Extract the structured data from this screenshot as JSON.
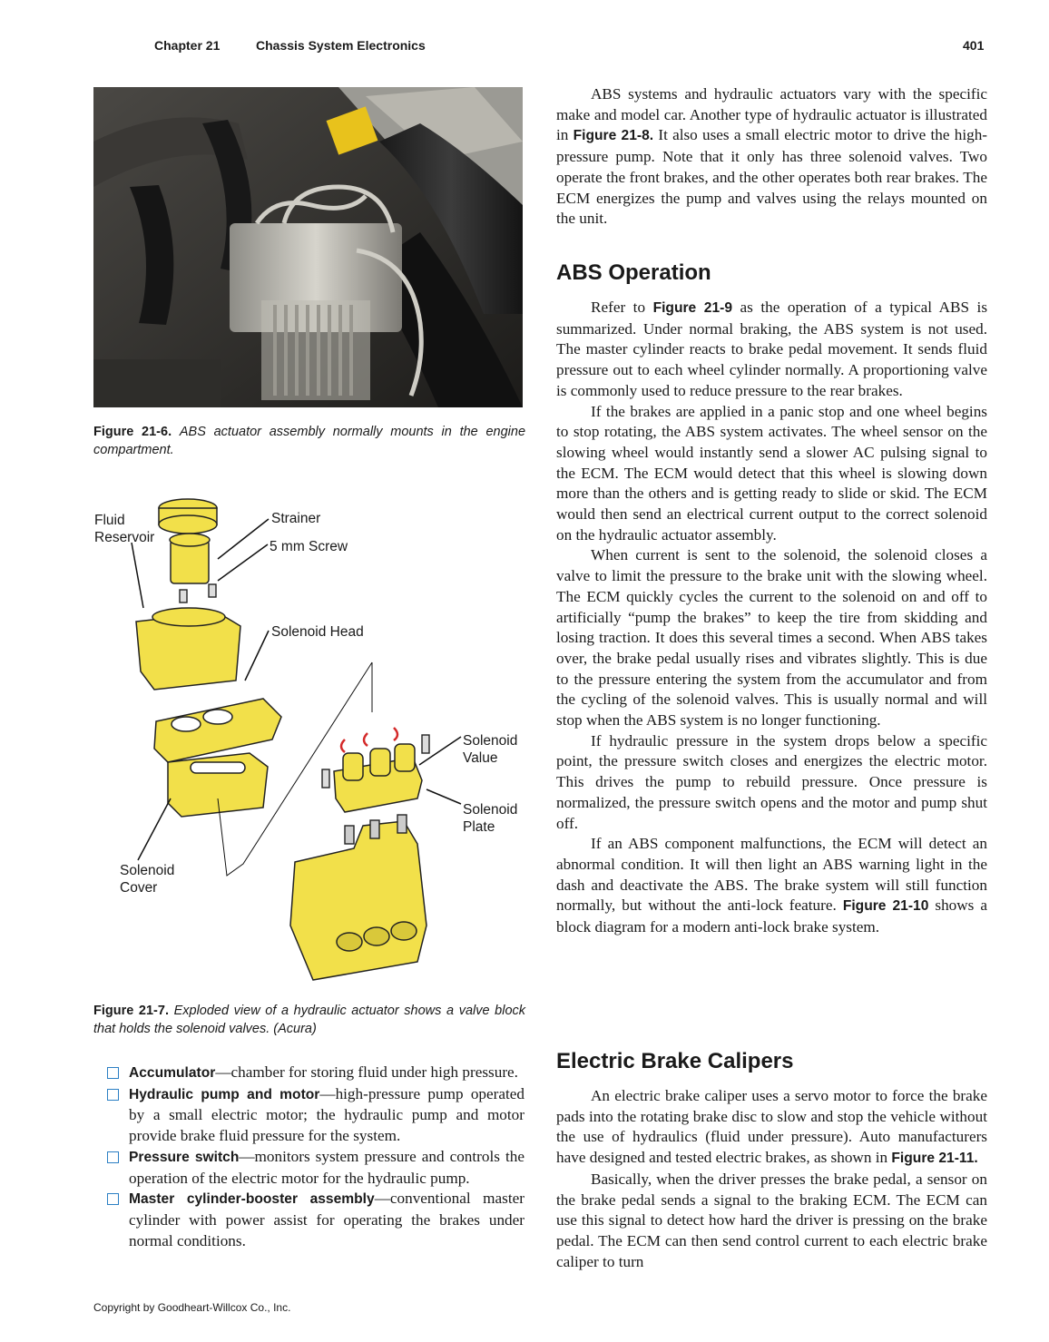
{
  "header": {
    "chapter": "Chapter 21",
    "title": "Chassis System Electronics",
    "page_number": "401"
  },
  "figure_6": {
    "label": "Figure 21-6.",
    "caption": "ABS actuator assembly normally mounts in the engine compartment."
  },
  "figure_7": {
    "label": "Figure 21-7.",
    "caption": "Exploded view of a hydraulic actuator shows a valve block that holds the solenoid valves. (Acura)",
    "labels": {
      "fluid_reservoir": "Fluid\nReservoir",
      "strainer": "Strainer",
      "screw": "5 mm Screw",
      "solenoid_head": "Solenoid Head",
      "solenoid_value": "Solenoid\nValue",
      "solenoid_plate": "Solenoid\nPlate",
      "solenoid_cover": "Solenoid\nCover"
    }
  },
  "bullets": [
    {
      "term": "Accumulator",
      "text": "—chamber for storing fluid under high pressure."
    },
    {
      "term": "Hydraulic pump and motor",
      "text": "—high-pressure pump operated by a small electric motor; the hydraulic pump and motor provide brake fluid pressure for the system."
    },
    {
      "term": "Pressure switch",
      "text": "—monitors system pressure and controls the operation of the electric motor for the hydraulic pump."
    },
    {
      "term": "Master cylinder-booster assembly",
      "text": "—conventional master cylinder with power assist for operating the brakes under normal conditions."
    }
  ],
  "right": {
    "intro": {
      "a": "ABS systems and hydraulic actuators vary with the specific make and model car. Another type of hydraulic actuator is illustrated in ",
      "ref": "Figure 21-8.",
      "b": " It also uses a small electric motor to drive the high-pressure pump. Note that it only has three solenoid valves. Two operate the front brakes, and the other operates both rear brakes. The ECM energizes the pump and valves using the relays mounted on the unit."
    },
    "h_abs": "ABS Operation",
    "abs_p1": {
      "a": "Refer to ",
      "ref": "Figure 21-9",
      "b": " as the operation of a typical ABS is summarized. Under normal braking, the ABS system is not used. The master cylinder reacts to brake pedal movement. It sends fluid pressure out to each wheel cylinder normally. A proportioning valve is commonly used to reduce pressure to the rear brakes."
    },
    "abs_p2": "If the brakes are applied in a panic stop and one wheel begins to stop rotating, the ABS system activates. The wheel sensor on the slowing wheel would instantly send a slower AC pulsing signal to the ECM. The ECM would detect that this wheel is slowing down more than the others and is getting ready to slide or skid. The ECM would then send an electrical current output to the correct solenoid on the hydraulic actuator assembly.",
    "abs_p3": "When current is sent to the solenoid, the solenoid closes a valve to limit the pressure to the brake unit with the slowing wheel. The ECM quickly cycles the current to the solenoid on and off to artificially “pump the brakes” to keep the tire from skidding and losing traction. It does this several times a second. When ABS takes over, the brake pedal usually rises and vibrates slightly. This is due to the pressure entering the system from the accumulator and from the cycling of the solenoid valves. This is usually normal and will stop when the ABS system is no longer functioning.",
    "abs_p4": "If hydraulic pressure in the system drops below a specific point, the pressure switch closes and energizes the electric motor. This drives the pump to rebuild pressure. Once pressure is normalized, the pressure switch opens and the motor and pump shut off.",
    "abs_p5": {
      "a": "If an ABS component malfunctions, the ECM will detect an abnormal condition. It will then light an ABS warning light in the dash and deactivate the ABS. The brake system will still function normally, but without the anti-lock feature. ",
      "ref": "Figure 21-10",
      "b": " shows a block diagram for a modern anti-lock brake system."
    },
    "h_ebc": "Electric Brake Calipers",
    "ebc_p1": {
      "a": "An electric brake caliper uses a servo motor to force the brake pads into the rotating brake disc to slow and stop the vehicle without the use of hydraulics (fluid under pressure). Auto manufacturers have designed and tested electric brakes, as shown in ",
      "ref": "Figure 21-11.",
      "b": ""
    },
    "ebc_p2": "Basically, when the driver presses the brake pedal, a sensor on the brake pedal sends a signal to the braking ECM. The ECM can use this signal to detect how hard the driver is pressing on the brake pedal. The ECM can then send control current to each electric brake caliper to turn"
  },
  "footer": "Copyright by Goodheart-Willcox Co., Inc.",
  "colors": {
    "bullet_box": "#2b7fc4",
    "part_yellow": "#f2e04a",
    "arrow_red": "#d42a2a"
  }
}
